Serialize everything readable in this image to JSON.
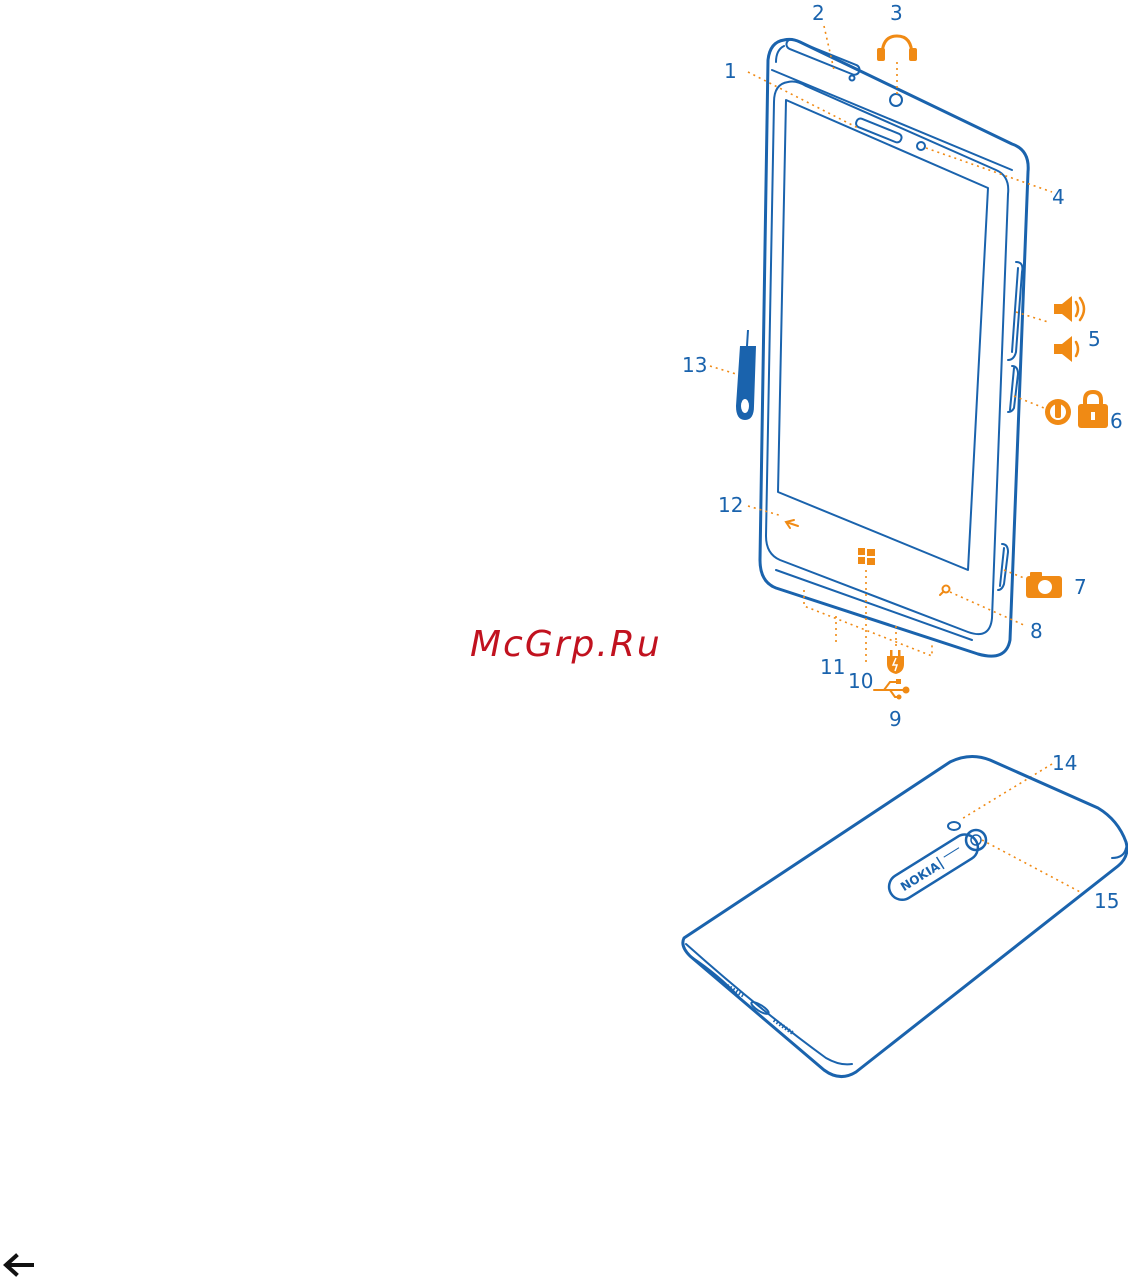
{
  "watermark": "McGrp.Ru",
  "callouts": {
    "c1": "1",
    "c2": "2",
    "c3": "3",
    "c4": "4",
    "c5": "5",
    "c6": "6",
    "c7": "7",
    "c8": "8",
    "c9": "9",
    "c10": "10",
    "c11": "11",
    "c12": "12",
    "c13": "13",
    "c14": "14",
    "c15": "15"
  },
  "icons": {
    "headphone": "headphone-icon",
    "volume_up": "volume-up-icon",
    "volume_down": "volume-down-icon",
    "power": "power-icon",
    "lock": "lock-icon",
    "camera": "camera-icon",
    "search": "search-icon",
    "windows": "windows-logo-icon",
    "back": "back-icon",
    "charger": "charger-plug-icon",
    "usb": "usb-icon",
    "nav_back": "back-arrow-icon"
  },
  "colors": {
    "outline": "#1a63ad",
    "accent": "#f08a14",
    "watermark": "#c1121f"
  }
}
